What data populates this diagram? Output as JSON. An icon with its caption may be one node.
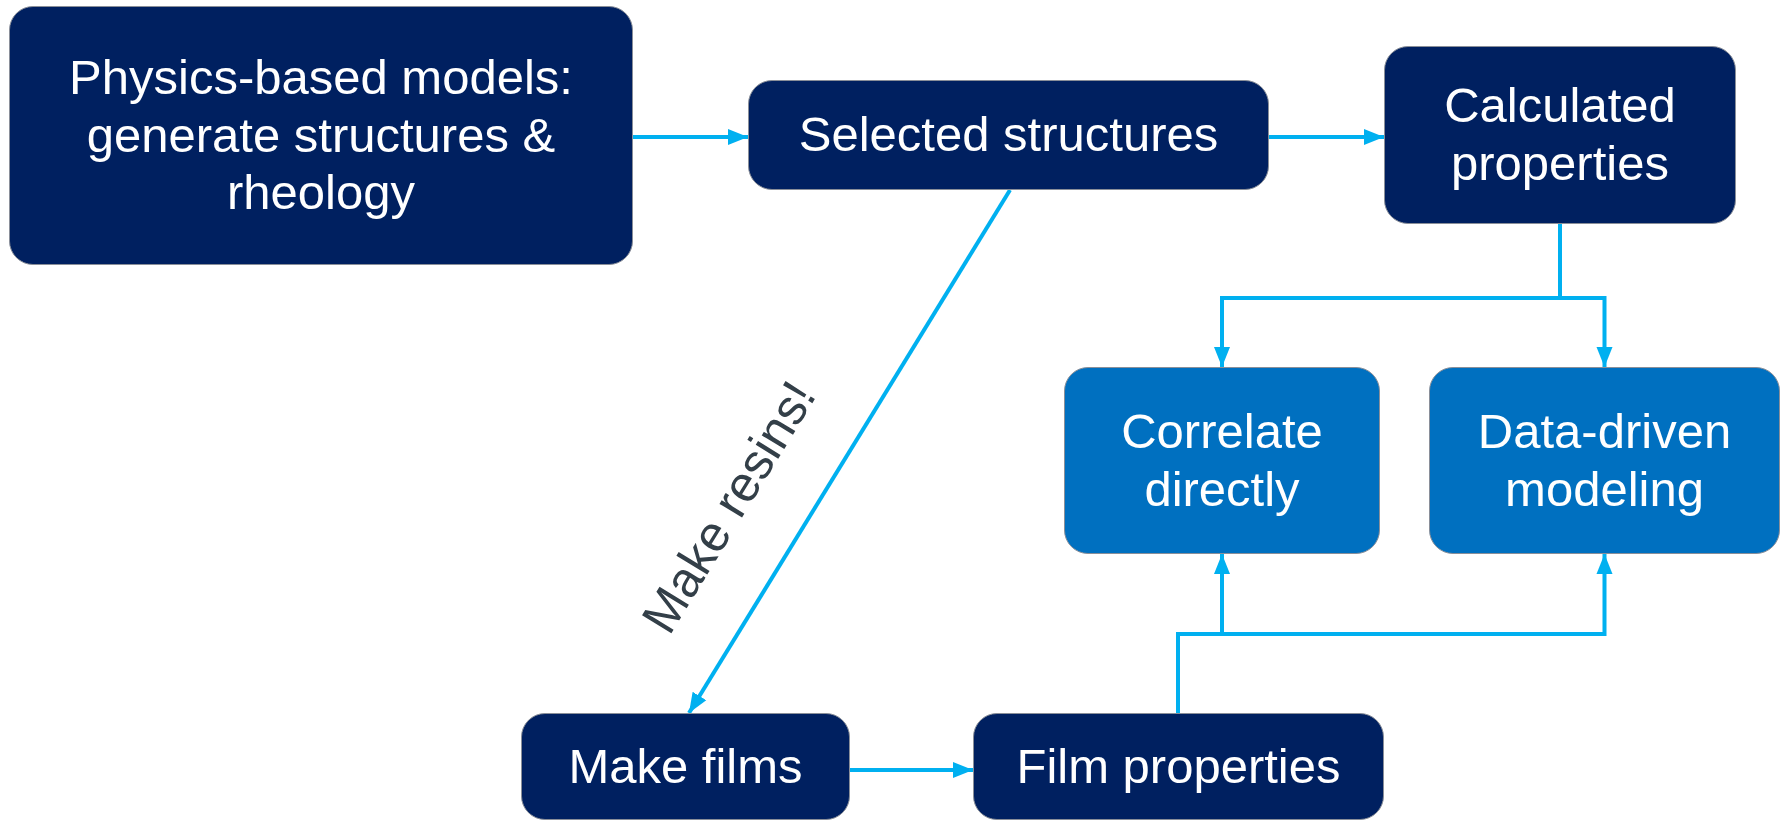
{
  "diagram": {
    "nodes": [
      {
        "text": [
          "Physics-based models: generate structures & rheology"
        ]
      },
      {
        "text": [
          "Selected structures"
        ]
      },
      {
        "text": [
          "Calculated properties"
        ]
      },
      {
        "text": [
          "Correlate directly"
        ]
      },
      {
        "text": [
          "Data-driven modeling"
        ]
      },
      {
        "text": [
          "Make films"
        ]
      },
      {
        "text": [
          "Film properties"
        ]
      }
    ],
    "edges": [
      {
        "from": 0,
        "to": 1,
        "arrow": "to"
      },
      {
        "from": 1,
        "to": 2,
        "arrow": "to"
      },
      {
        "from": 2,
        "to": 3,
        "arrow": "to"
      },
      {
        "from": 2,
        "to": 4,
        "arrow": "to"
      },
      {
        "from": 1,
        "to": 5,
        "arrow": "to",
        "label": "Make resins!"
      },
      {
        "from": 5,
        "to": 6,
        "arrow": "to"
      },
      {
        "from": 6,
        "to": 3,
        "arrow": "to"
      },
      {
        "from": 6,
        "to": 4,
        "arrow": "to"
      }
    ]
  }
}
